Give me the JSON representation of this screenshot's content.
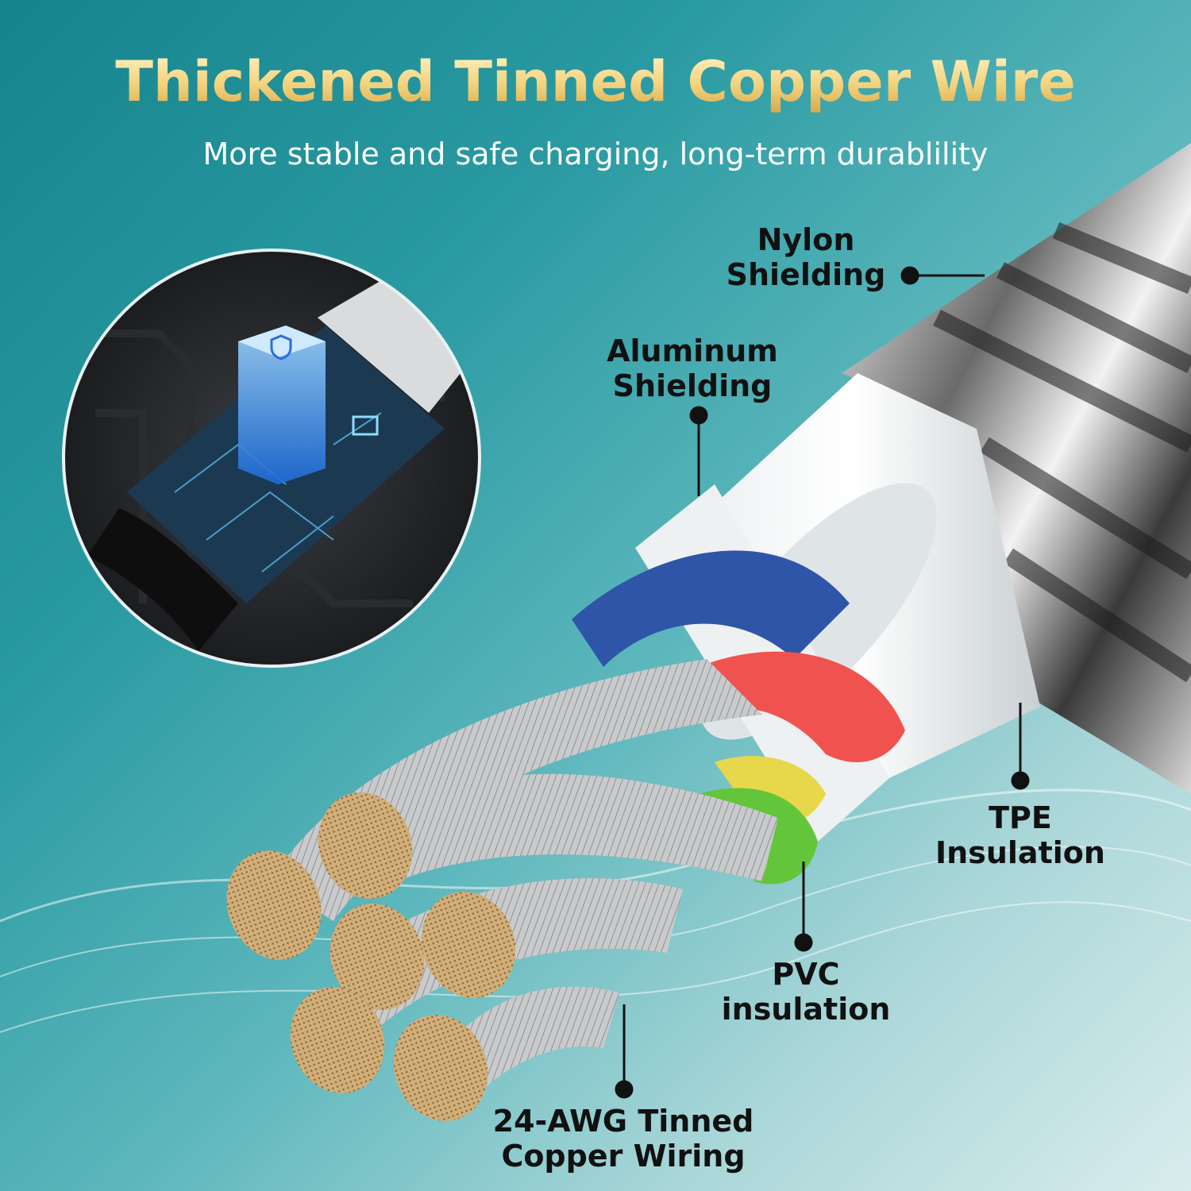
{
  "title": "Thickened Tinned Copper Wire",
  "subtitle": "More stable and safe charging, long-term durablility",
  "callouts": {
    "nylon": {
      "line1": "Nylon",
      "line2": "Shielding"
    },
    "aluminum": {
      "line1": "Aluminum",
      "line2": "Shielding"
    },
    "tpe": {
      "line1": "TPE",
      "line2": "Insulation"
    },
    "pvc": {
      "line1": "PVC",
      "line2": "insulation"
    },
    "copper": {
      "line1": "24-AWG Tinned",
      "line2": "Copper Wiring"
    }
  },
  "colors": {
    "title_gold": "#f3d27c",
    "label_text": "#111111",
    "wire_blue": "#2f55a8",
    "wire_red": "#f0534f",
    "wire_green": "#63c53a",
    "wire_yellow": "#e6d84a",
    "copper_core": "#c9a36c"
  }
}
